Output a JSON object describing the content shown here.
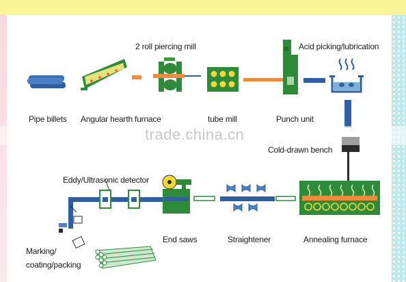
{
  "labels": {
    "pipe_billets": "Pipe billets",
    "angular_hearth_furnace": "Angular hearth furnace",
    "two_roll_piercing_mill": "2 roll piercing mill",
    "tube_mill": "tube mill",
    "punch_unit": "Punch unit",
    "acid_picking": "Acid picking/lubrication",
    "cold_drawn_bench": "Cold-drawn bench",
    "eddy_detector": "Eddy/Ultrasonic detector",
    "end_saws": "End saws",
    "straightener": "Straightener",
    "annealing_furnace": "Annealing furnace",
    "marking_line1": "Marking/",
    "marking_line2": "coating/packing"
  },
  "watermark": "trade.china.cn",
  "colors": {
    "flow_line": "#2f5fa0",
    "hot_flow": "#f08a3c",
    "green": "#3a9a3a",
    "yellow_band": "#fbf59a",
    "dots": "#bfe8ee"
  }
}
